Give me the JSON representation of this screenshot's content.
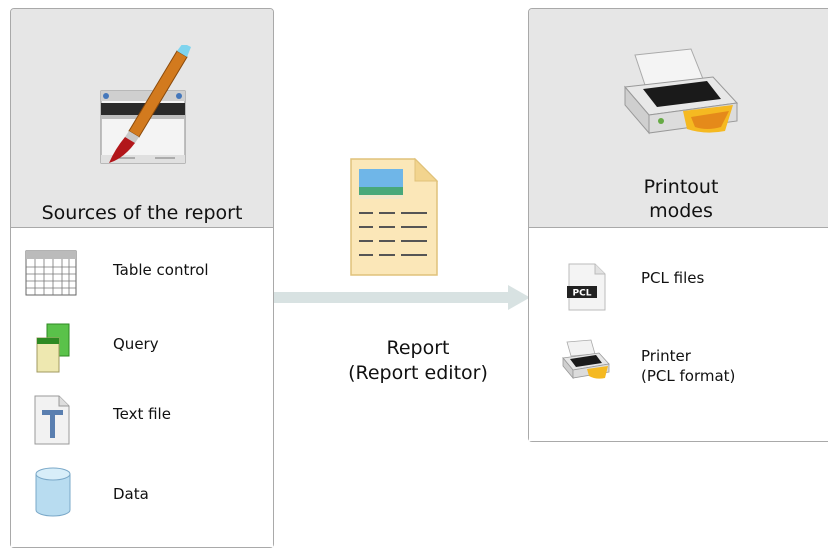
{
  "left_panel": {
    "title": "Sources of the report",
    "items": [
      {
        "label": "Table control",
        "icon": "table-control-icon"
      },
      {
        "label": "Query",
        "icon": "query-icon"
      },
      {
        "label": "Text file",
        "icon": "text-file-icon"
      },
      {
        "label": "Data",
        "icon": "data-icon"
      }
    ]
  },
  "center": {
    "title_line1": "Report",
    "title_line2": "(Report editor)"
  },
  "right_panel": {
    "title_line1": "Printout",
    "title_line2": "modes",
    "items": [
      {
        "label": "PCL files",
        "icon": "pcl-file-icon",
        "badge": "PCL"
      },
      {
        "label_line1": "Printer",
        "label_line2": "(PCL format)",
        "icon": "printer-icon"
      }
    ]
  },
  "colors": {
    "panel_border": "#a9a9a9",
    "panel_header": "#e6e6e6",
    "arrow": "#d8e2e2"
  }
}
